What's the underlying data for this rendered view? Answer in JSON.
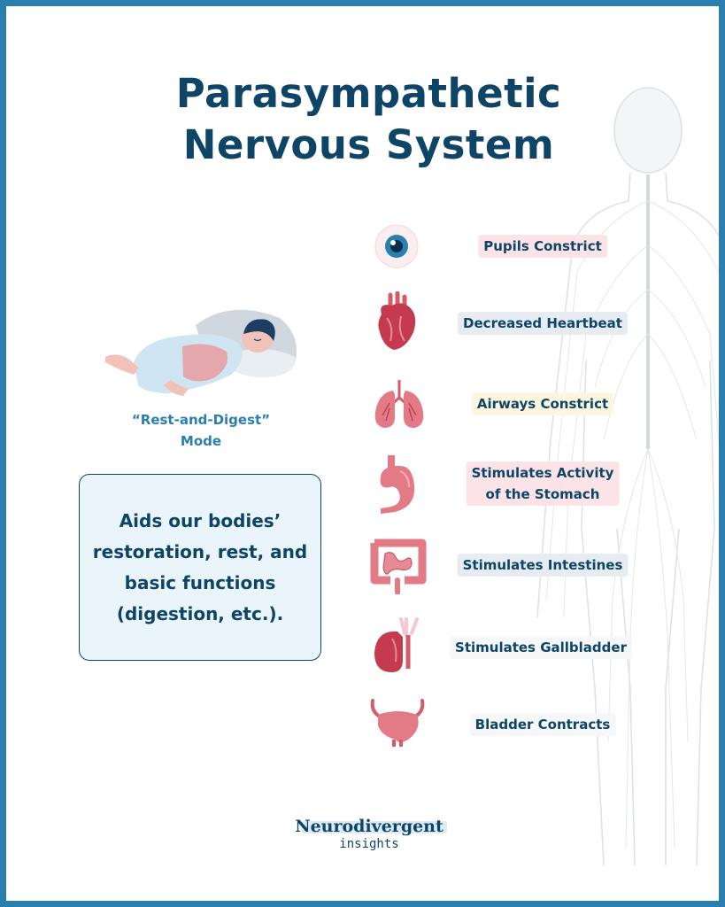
{
  "title_line1": "Parasympathetic",
  "title_line2": "Nervous System",
  "mode_line1": "“Rest-and-Digest”",
  "mode_line2": "Mode",
  "description": "Aids our bodies’ restoration, rest, and basic functions (digestion, etc.).",
  "effects": [
    {
      "label": "Pupils Constrict",
      "icon": "eye-icon"
    },
    {
      "label": "Decreased Heartbeat",
      "icon": "heart-icon"
    },
    {
      "label": "Airways Constrict",
      "icon": "lungs-icon"
    },
    {
      "label": "Stimulates Activity",
      "label_line2": "of the Stomach",
      "icon": "stomach-icon"
    },
    {
      "label": "Stimulates Intestines",
      "icon": "intestines-icon"
    },
    {
      "label": "Stimulates Gallbladder",
      "icon": "gallbladder-icon"
    },
    {
      "label": "Bladder Contracts",
      "icon": "bladder-icon"
    }
  ],
  "brand_main": "Neurodivergent",
  "brand_sub": "insights",
  "colors": {
    "border": "#2a7fae",
    "title": "#0e4566",
    "caption": "#2a7fae",
    "box_bg": "#eaf4fb",
    "organ": "#e27b86"
  }
}
